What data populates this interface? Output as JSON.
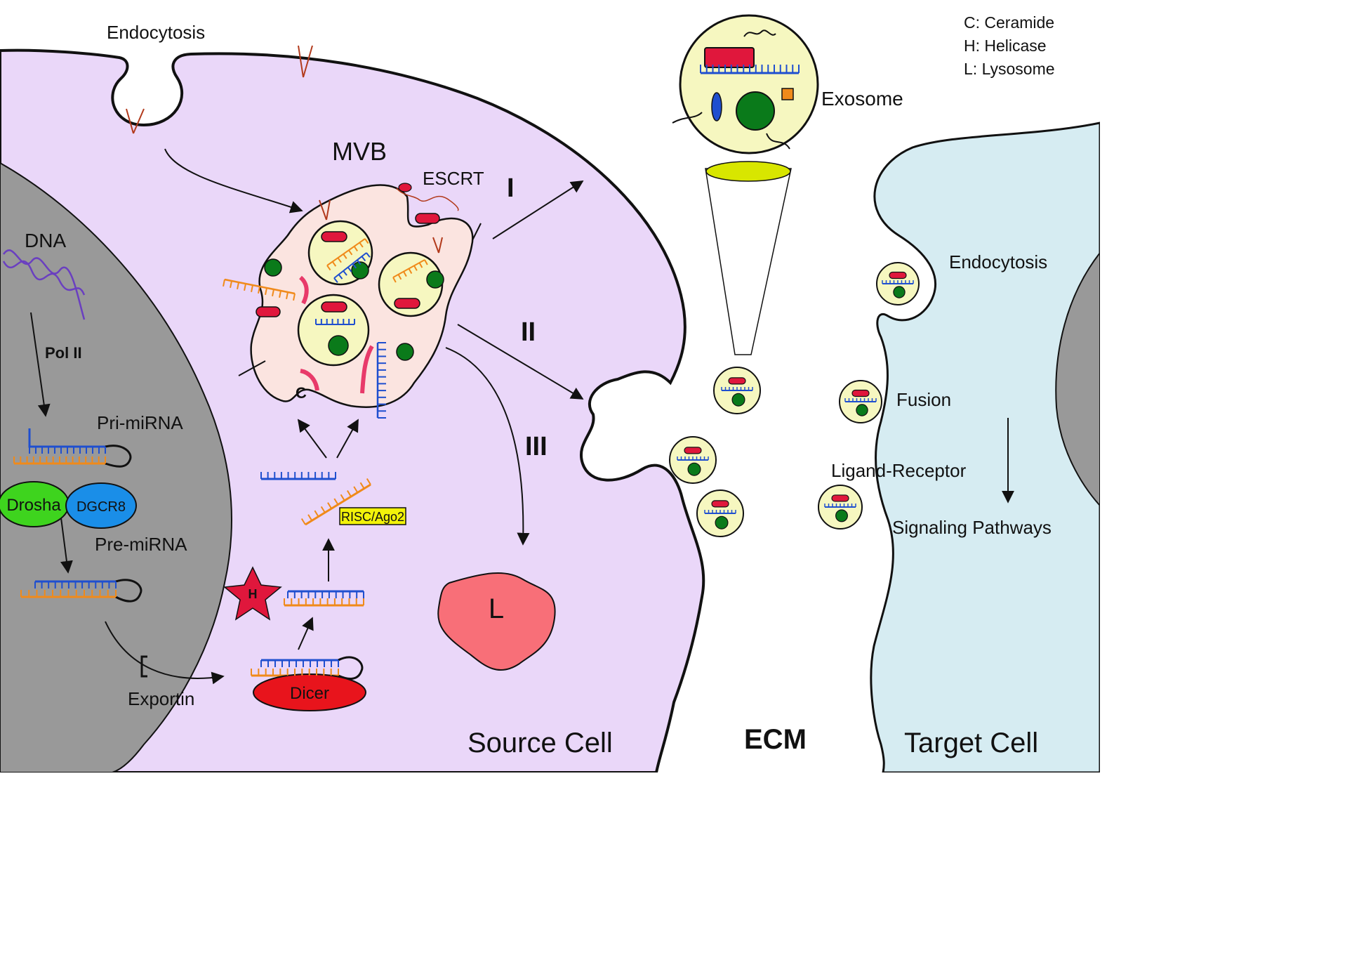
{
  "legend": {
    "ceramide": "C: Ceramide",
    "helicase": "H: Helicase",
    "lysosome": "L: Lysosome"
  },
  "labels": {
    "endocytosis_source": "Endocytosis",
    "endocytosis_target": "Endocytosis",
    "mvb": "MVB",
    "escrt": "ESCRT",
    "route_1": "I",
    "route_2": "II",
    "route_3": "III",
    "dna": "DNA",
    "pol2": "Pol II",
    "pri_mirna": "Pri-miRNA",
    "drosha": "Drosha",
    "dgcr8": "DGCR8",
    "pre_mirna": "Pre-miRNA",
    "exportin": "Exportin",
    "dicer": "Dicer",
    "helicase_symbol": "H",
    "risc": "RISC/Ago2",
    "ceramide_symbol": "C",
    "lysosome_symbol": "L",
    "exosome": "Exosome",
    "fusion": "Fusion",
    "ligand_receptor": "Ligand-Receptor",
    "signaling": "Signaling Pathways",
    "source_cell": "Source Cell",
    "ecm": "ECM",
    "target_cell": "Target Cell"
  },
  "colors": {
    "source_cell": "#ead7f9",
    "nucleus": "#999999",
    "target_cell": "#d6ecf2",
    "mvb": "#fbe4e0",
    "vesicle": "#f6f7c0",
    "protein_red": "#e0173c",
    "green_sphere": "#0a7a1a",
    "rna_blue": "#1f4fcf",
    "rna_orange": "#f08a1a",
    "lysosome": "#f86f78",
    "drosha": "#3ed41e",
    "dgcr8": "#1a8ee8",
    "dicer": "#e8141c",
    "risc_box": "#f2f20a",
    "ceramide_pink": "#e83a6a",
    "receptor_brown": "#b23a1c"
  }
}
